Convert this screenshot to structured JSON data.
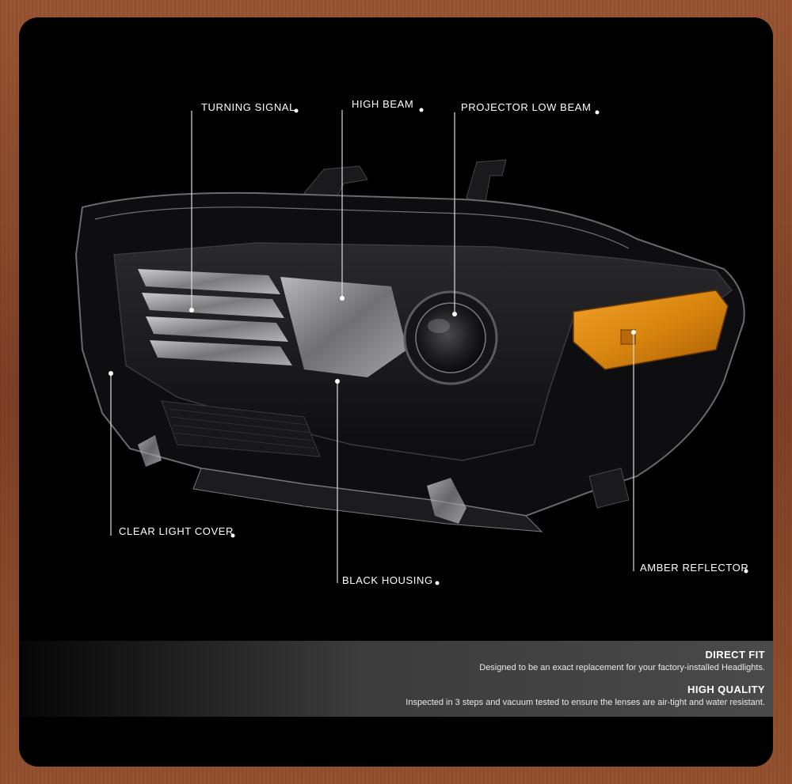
{
  "callouts": {
    "turning_signal": "TURNING SIGNAL",
    "high_beam": "HIGH BEAM",
    "projector_low_beam": "PROJECTOR LOW BEAM",
    "clear_light_cover": "CLEAR LIGHT COVER",
    "black_housing": "BLACK HOUSING",
    "amber_reflector": "AMBER REFLECTOR"
  },
  "features": [
    {
      "title": "DIRECT FIT",
      "text": "Designed to be an exact replacement for your factory-installed Headlights."
    },
    {
      "title": "HIGH QUALITY",
      "text": "Inspected in 3 steps and vacuum tested to ensure the lenses are air-tight and water resistant."
    }
  ],
  "colors": {
    "background_frame": "#8a4a2e",
    "panel": "#000000",
    "amber_reflector": "#d9860f",
    "callout_line": "#dcdcdc"
  }
}
